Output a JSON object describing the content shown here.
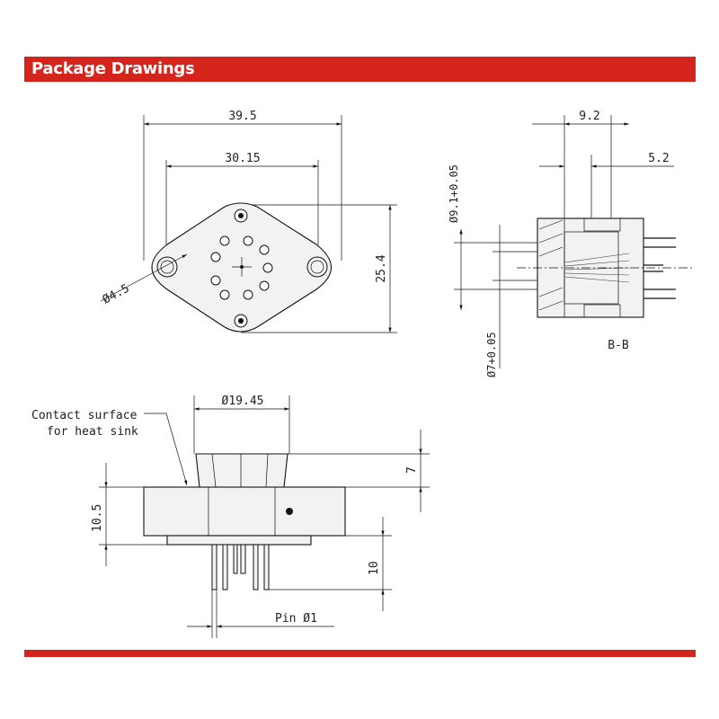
{
  "header": {
    "title": "Package Drawings"
  },
  "colors": {
    "accent": "#d5241c"
  },
  "top_view": {
    "dim_overall_width": "39.5",
    "dim_hole_spacing": "30.15",
    "dim_height": "25.4",
    "dim_hole_dia": "Ø4.5"
  },
  "section_view": {
    "dim_top": "9.2",
    "dim_second": "5.2",
    "dim_upper_dia": "Ø9.1+0.05",
    "dim_lower_dia": "Ø7+0.05",
    "section_label": "B-B"
  },
  "side_view": {
    "note_line1": "Contact surface",
    "note_line2": "for heat sink",
    "dim_body_dia": "Ø19.45",
    "dim_cap_height": "7",
    "dim_body_height": "10.5",
    "dim_pin_length": "10",
    "dim_pin": "Pin Ø1"
  }
}
